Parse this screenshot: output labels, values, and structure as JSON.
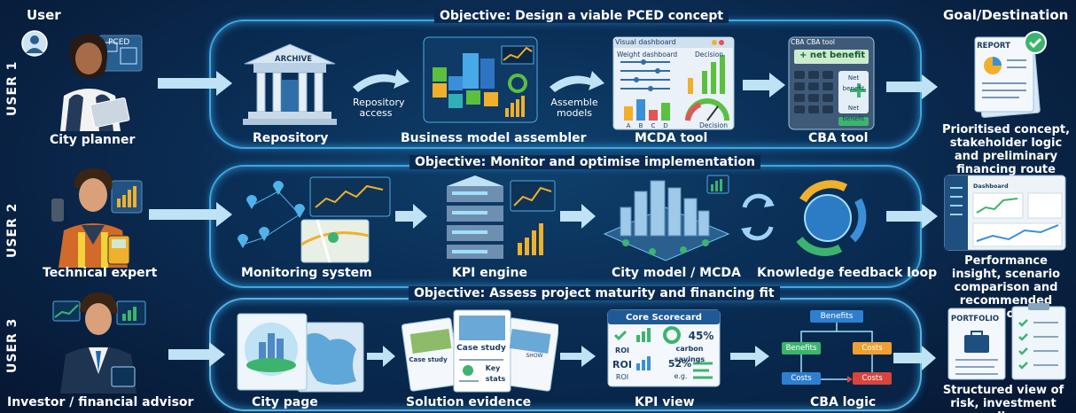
{
  "headers": {
    "user": "User",
    "goal": "Goal/Destination"
  },
  "rows": [
    {
      "user_label": "USER 1",
      "objective": "Objective: Design a viable PCED concept",
      "persona": "City planner",
      "persona_badge": "PCED",
      "steps": [
        "Repository",
        "Business model assembler",
        "MCDA tool",
        "CBA tool"
      ],
      "arrow_labels": [
        "Repository access",
        "Assemble models"
      ],
      "goal": "Prioritised concept, stakeholder logic and preliminary financing route",
      "archive_label": "ARCHIVE",
      "dashboard": {
        "title": "Visual dashboard",
        "weights": "Weight dashboard",
        "decision": "Decision",
        "decision2": "Decision",
        "axis": [
          "A",
          "B",
          "C",
          "D"
        ]
      },
      "cba": {
        "title": "CBA CBA tool",
        "display": "+ net benefit",
        "net1": "Net benefit",
        "net2": "Net benefit"
      },
      "report_label": "REPORT"
    },
    {
      "user_label": "USER 2",
      "objective": "Objective: Monitor and optimise implementation",
      "persona": "Technical expert",
      "steps": [
        "Monitoring system",
        "KPI engine",
        "City model / MCDA",
        "Knowledge feedback loop"
      ],
      "goal": "Performance insight, scenario comparison and recommended actions",
      "dashboard_title": "Dashboard"
    },
    {
      "user_label": "USER 3",
      "objective": "Objective: Assess project maturity and financing fit",
      "persona": "Investor / financial advisor",
      "steps": [
        "City page",
        "Solution evidence",
        "KPI view",
        "CBA logic"
      ],
      "goal": "Structured view of risk, investment readiness",
      "evidence": {
        "case1": "Case study",
        "case2": "Case study",
        "key": "Key",
        "stats": "stats",
        "detail": "SHOW"
      },
      "scorecard": {
        "title": "Core Scorecard",
        "pct1": "45%",
        "pct1_label": "carbon savings",
        "pct2": "52%",
        "pct2_label": "e.g.",
        "roi1": "ROI",
        "roi2": "ROI",
        "roi3": "ROI"
      },
      "cba_logic": {
        "benefits_top": "Benefits",
        "benefits": "Benefits",
        "costs_right": "Costs",
        "costs_left": "Costs",
        "costs_final": "Costs"
      },
      "portfolio_label": "PORTFOLIO"
    }
  ],
  "colors": {
    "lane": "#3fa7de",
    "arrow": "#bfe3f5",
    "green": "#3cb46e",
    "orange": "#f0a030",
    "red": "#d8453c",
    "blue": "#2f7fd1"
  }
}
